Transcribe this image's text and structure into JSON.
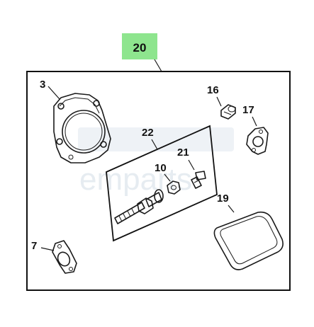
{
  "diagram": {
    "kit_label": "20",
    "watermark": "emparts",
    "colors": {
      "kit_badge": "#8ee58e",
      "line": "#1a1a1a",
      "watermark": "#e6ecf1"
    },
    "parts": [
      {
        "id": "3",
        "name": "cylinder-head-gasket-icon"
      },
      {
        "id": "7",
        "name": "flange-gasket-icon"
      },
      {
        "id": "10",
        "name": "nut-icon"
      },
      {
        "id": "16",
        "name": "bushing-icon"
      },
      {
        "id": "17",
        "name": "intake-gasket-icon"
      },
      {
        "id": "19",
        "name": "cover-gasket-icon"
      },
      {
        "id": "21",
        "name": "screw-icon"
      },
      {
        "id": "22",
        "name": "stud-subkit-icon"
      }
    ]
  }
}
